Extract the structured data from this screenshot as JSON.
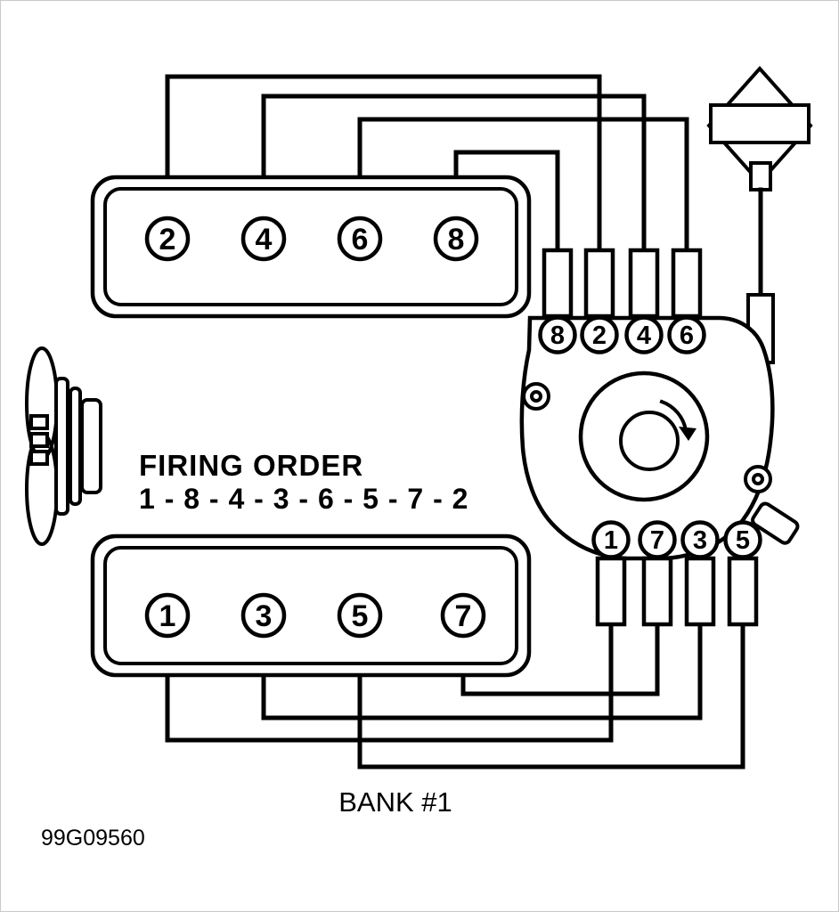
{
  "labels": {
    "title": "FIRING ORDER",
    "sequence": "1 - 8 - 4 - 3 - 6 - 5 - 7 - 2",
    "bank": "BANK #1",
    "figure_code": "99G09560"
  },
  "upper_bank": {
    "cylinders": [
      "2",
      "4",
      "6",
      "8"
    ]
  },
  "lower_bank": {
    "cylinders": [
      "1",
      "3",
      "5",
      "7"
    ]
  },
  "distributor": {
    "top_terminals": [
      "8",
      "2",
      "4",
      "6"
    ],
    "bottom_terminals": [
      "1",
      "7",
      "3",
      "5"
    ]
  },
  "colors": {
    "line": "#000000",
    "background": "#ffffff"
  }
}
